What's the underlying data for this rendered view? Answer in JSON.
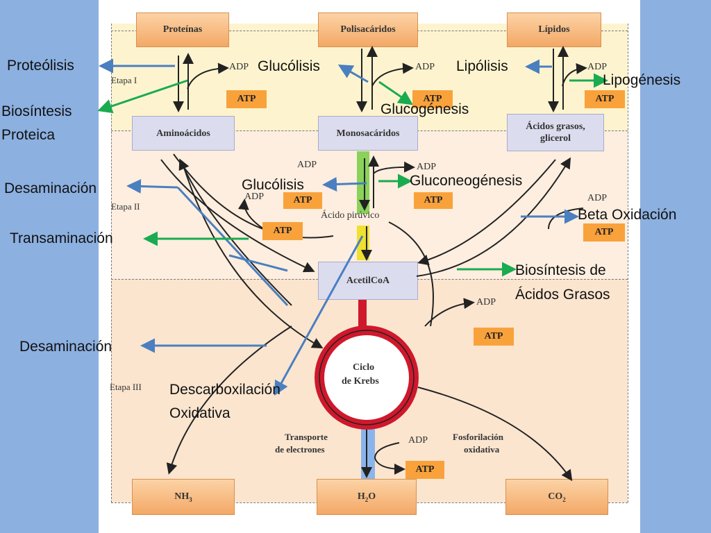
{
  "stages": {
    "stage1": "Etapa I",
    "stage2": "Etapa II",
    "stage3": "Etapa III"
  },
  "boxes": {
    "proteinas": "Proteínas",
    "polisacaridos": "Polisacáridos",
    "lipidos": "Lípidos",
    "aminoacidos": "Aminoácidos",
    "monosacaridos": "Monosacáridos",
    "acidos_grasos_line1": "Ácidos grasos,",
    "acidos_grasos_line2": "glicerol",
    "acido_piruvico": "Ácido pirúvico",
    "acetilcoa": "AcetilCoA",
    "ciclo_line1": "Ciclo",
    "ciclo_line2": "de Krebs",
    "nh3": "NH",
    "nh3_sub": "3",
    "h2o_h": "H",
    "h2o_sub": "2",
    "h2o_o": "O",
    "co2": "CO",
    "co2_sub": "2"
  },
  "energy": {
    "adp": "ADP",
    "atp": "ATP"
  },
  "process_text": {
    "transporte_line1": "Transporte",
    "transporte_line2": "de electrones",
    "fosforilacion_line1": "Fosforilación",
    "fosforilacion_line2": "oxidativa"
  },
  "labels": {
    "proteolisis": "Proteólisis",
    "biosintesis_proteica_line1": "Biosíntesis",
    "biosintesis_proteica_line2": "Proteica",
    "glucolisis_1": "Glucólisis",
    "glucogenesis": "Glucogénesis",
    "lipolisis": "Lipólisis",
    "lipogenesis": "Lipogénesis",
    "desaminacion_1": "Desaminación",
    "glucolisis_2": "Glucólisis",
    "gluconeogenesis": "Gluconeogénesis",
    "beta_oxidacion": "Beta Oxidación",
    "transaminacion": "Transaminación",
    "biosintesis_ag_line1": "Biosíntesis de",
    "biosintesis_ag_line2": "Ácidos Grasos",
    "desaminacion_2": "Desaminación",
    "descarboxilacion_line1": "Descarboxilación",
    "descarboxilacion_line2": "Oxidativa"
  },
  "colors": {
    "background": "#8cb0e0",
    "blue_arrow": "#4a7fc0",
    "green_arrow": "#1aab50",
    "krebs_ring": "#d0182c",
    "atp_box": "#f9a23c"
  }
}
